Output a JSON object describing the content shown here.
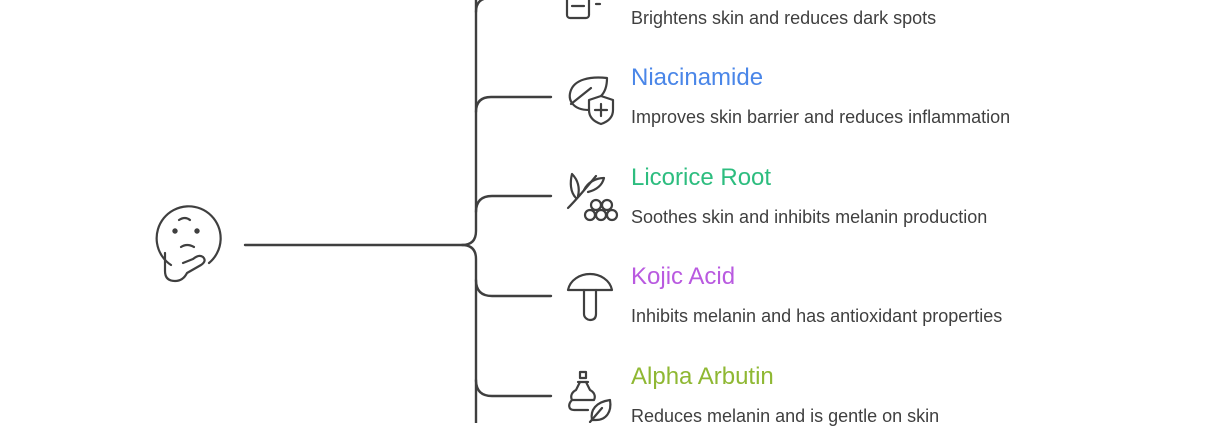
{
  "items": [
    {
      "title": "",
      "description": "Brightens skin and reduces dark spots",
      "color": "#3f3f3f",
      "icon": "serum-bottle-icon"
    },
    {
      "title": "Niacinamide",
      "description": "Improves skin barrier and reduces inflammation",
      "color": "#4a86e8",
      "icon": "leaf-shield-icon"
    },
    {
      "title": "Licorice Root",
      "description": "Soothes skin and inhibits melanin production",
      "color": "#2dbd7f",
      "icon": "licorice-plant-icon"
    },
    {
      "title": "Kojic Acid",
      "description": "Inhibits melanin and has antioxidant properties",
      "color": "#b95ae0",
      "icon": "mushroom-icon"
    },
    {
      "title": "Alpha Arbutin",
      "description": "Reduces melanin and is gentle on skin",
      "color": "#8fb833",
      "icon": "dropper-leaf-icon"
    }
  ],
  "root_icon": "thinking-face-icon",
  "line_color": "#3f3f3f"
}
